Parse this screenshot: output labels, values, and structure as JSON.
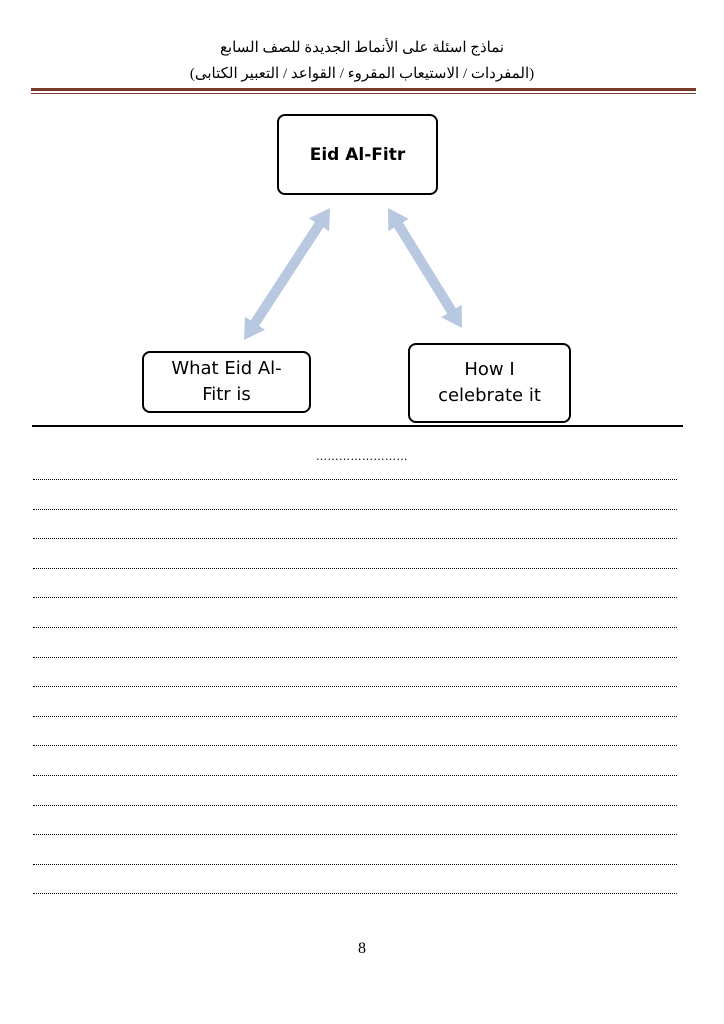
{
  "header": {
    "line1": "نماذج اسئلة على الأنماط الجديدة للصف السابع",
    "line2": "(المفردات / الاستيعاب المقروء / القواعد / التعبير الكتابى)"
  },
  "diagram": {
    "center": "Eid Al-Fitr",
    "left_line1": "What Eid Al-",
    "left_line2": "Fitr is",
    "right_line1": "How I",
    "right_line2": "celebrate it",
    "arrow_color": "#b8c8e0"
  },
  "writing": {
    "title_placeholder": "……………………",
    "line_count": 15
  },
  "page_number": "8"
}
